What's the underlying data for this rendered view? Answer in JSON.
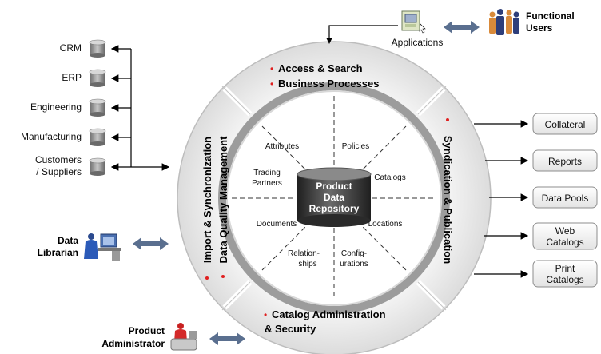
{
  "sources": [
    "CRM",
    "ERP",
    "Engineering",
    "Manufacturing",
    "Customers",
    "/ Suppliers"
  ],
  "top": {
    "applications": "Applications",
    "functional_users_1": "Functional",
    "functional_users_2": "Users"
  },
  "ring": {
    "top_1": "Access & Search",
    "top_2": "Business Processes",
    "left_1": "Import & Synchronization",
    "left_2": "Data Quality Management",
    "right": "Syndication & Publication",
    "bottom_1": "Catalog Administration",
    "bottom_2": "& Security"
  },
  "center": {
    "line1": "Product",
    "line2": "Data",
    "line3": "Repository"
  },
  "spokes": {
    "attributes": "Attributes",
    "policies": "Policies",
    "trading_1": "Trading",
    "trading_2": "Partners",
    "catalogs": "Catalogs",
    "documents": "Documents",
    "locations": "Locations",
    "relationships_1": "Relation-",
    "relationships_2": "ships",
    "configurations_1": "Config-",
    "configurations_2": "urations"
  },
  "outputs": [
    "Collateral",
    "Reports",
    "Data Pools",
    "Web",
    "Catalogs",
    "Print",
    "Catalogs"
  ],
  "people": {
    "data_librarian_1": "Data",
    "data_librarian_2": "Librarian",
    "product_admin_1": "Product",
    "product_admin_2": "Administrator"
  },
  "colors": {
    "ring": "#ececec",
    "ring_edge": "#bdbdbd",
    "inner_ring": "#9a9a9a",
    "cylinder": "#3a3a3a",
    "bullet": "#e02020",
    "arrow_blue": "#5a6f8f"
  }
}
